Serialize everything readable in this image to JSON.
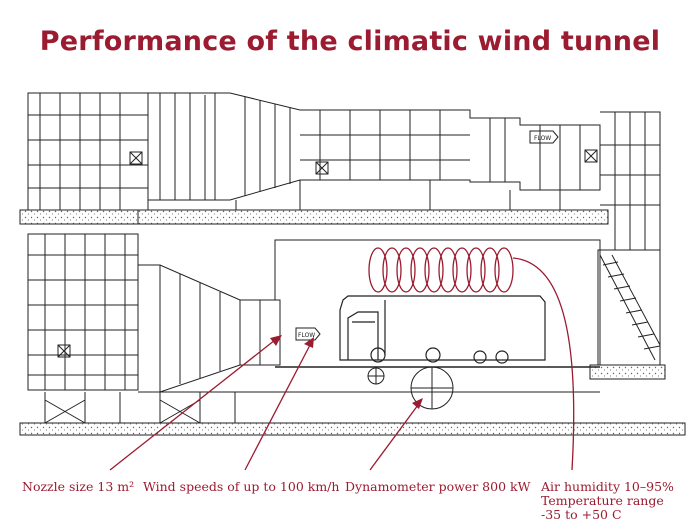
{
  "title": "Performance of the climatic wind tunnel",
  "flow_label": "FLOW",
  "captions": {
    "nozzle": "Nozzle size 13 m²",
    "wind": "Wind speeds of up to 100 km/h",
    "dyno": "Dynamometer power 800 kW",
    "humidity": "Air humidity 10–95%",
    "temp_label": "Temperature range",
    "temp_range": "-35 to +50 C"
  },
  "colors": {
    "accent": "#9b1b30",
    "line": "#222222"
  }
}
